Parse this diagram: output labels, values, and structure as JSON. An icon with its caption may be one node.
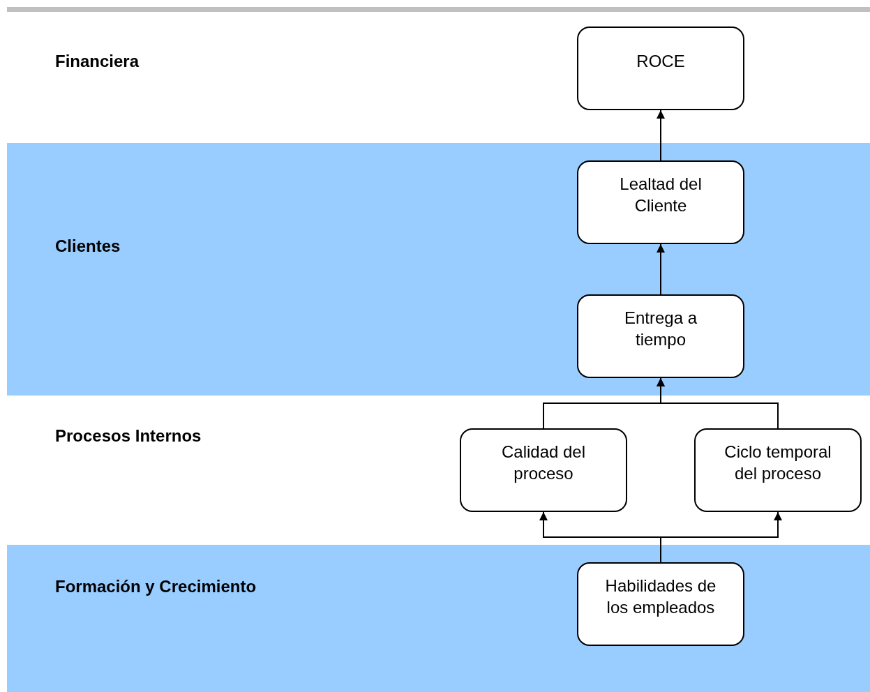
{
  "diagram": {
    "nodes": [
      {
        "text": [
          "Financiera"
        ]
      },
      {
        "text": [
          "ROCE"
        ],
        "in": 0
      },
      {
        "text": [
          "Clientes"
        ]
      },
      {
        "text": [
          "Lealtad del Cliente"
        ],
        "in": 2
      },
      {
        "text": [
          "Entrega a tiempo"
        ],
        "in": 2
      },
      {
        "text": [
          "Procesos Internos"
        ]
      },
      {
        "text": [
          "Calidad del proceso"
        ],
        "in": 5
      },
      {
        "text": [
          "Ciclo temporal del proceso"
        ],
        "in": 5
      },
      {
        "text": [
          "Formación y Crecimiento"
        ]
      },
      {
        "text": [
          "Habilidades de los empleados"
        ],
        "in": 8
      }
    ],
    "edges": [
      {
        "from": 3,
        "to": 1,
        "arrow": "to"
      },
      {
        "from": 4,
        "to": 3,
        "arrow": "to"
      },
      {
        "from": 6,
        "to": 4,
        "arrow": "to"
      },
      {
        "from": 7,
        "to": 4,
        "arrow": "to"
      },
      {
        "from": 9,
        "to": 6,
        "arrow": "to"
      },
      {
        "from": 9,
        "to": 7,
        "arrow": "to"
      }
    ]
  }
}
